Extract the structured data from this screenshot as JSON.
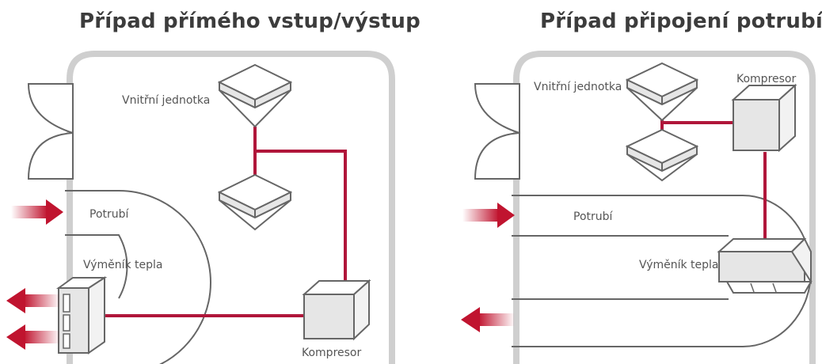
{
  "left_panel": {
    "title": "Případ přímého vstup/výstup",
    "labels": {
      "indoor_unit": "Vnitřní jednotka",
      "duct": "Potrubí",
      "heat_exchanger": "Výměník tepla",
      "compressor": "Kompresor"
    }
  },
  "right_panel": {
    "title": "Případ připojení potrubím",
    "labels": {
      "indoor_unit": "Vnitřní jednotka",
      "compressor": "Kompresor",
      "duct": "Potrubí",
      "heat_exchanger": "Výměník tepla"
    }
  },
  "colors": {
    "refrigerant_pipe": "#b0163a",
    "arrow": "#c0142f",
    "building_outline": "#cfcfcf",
    "line": "#666666",
    "unit_fill": "#e6e6e6"
  }
}
